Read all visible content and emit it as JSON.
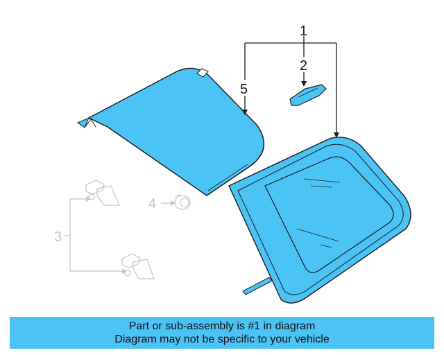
{
  "diagram": {
    "callouts": {
      "part1": "1",
      "part2": "2",
      "part3": "3",
      "part4": "4",
      "part5": "5"
    },
    "colors": {
      "part_fill": "#4cc3f5",
      "outline": "#1a1a1a",
      "faded_parts": "#c4c4c4",
      "banner_bg": "#4cc3f5"
    }
  },
  "banner": {
    "line1": "Part or sub-assembly is #1 in diagram",
    "line2": "Diagram may not be specific to your vehicle"
  }
}
